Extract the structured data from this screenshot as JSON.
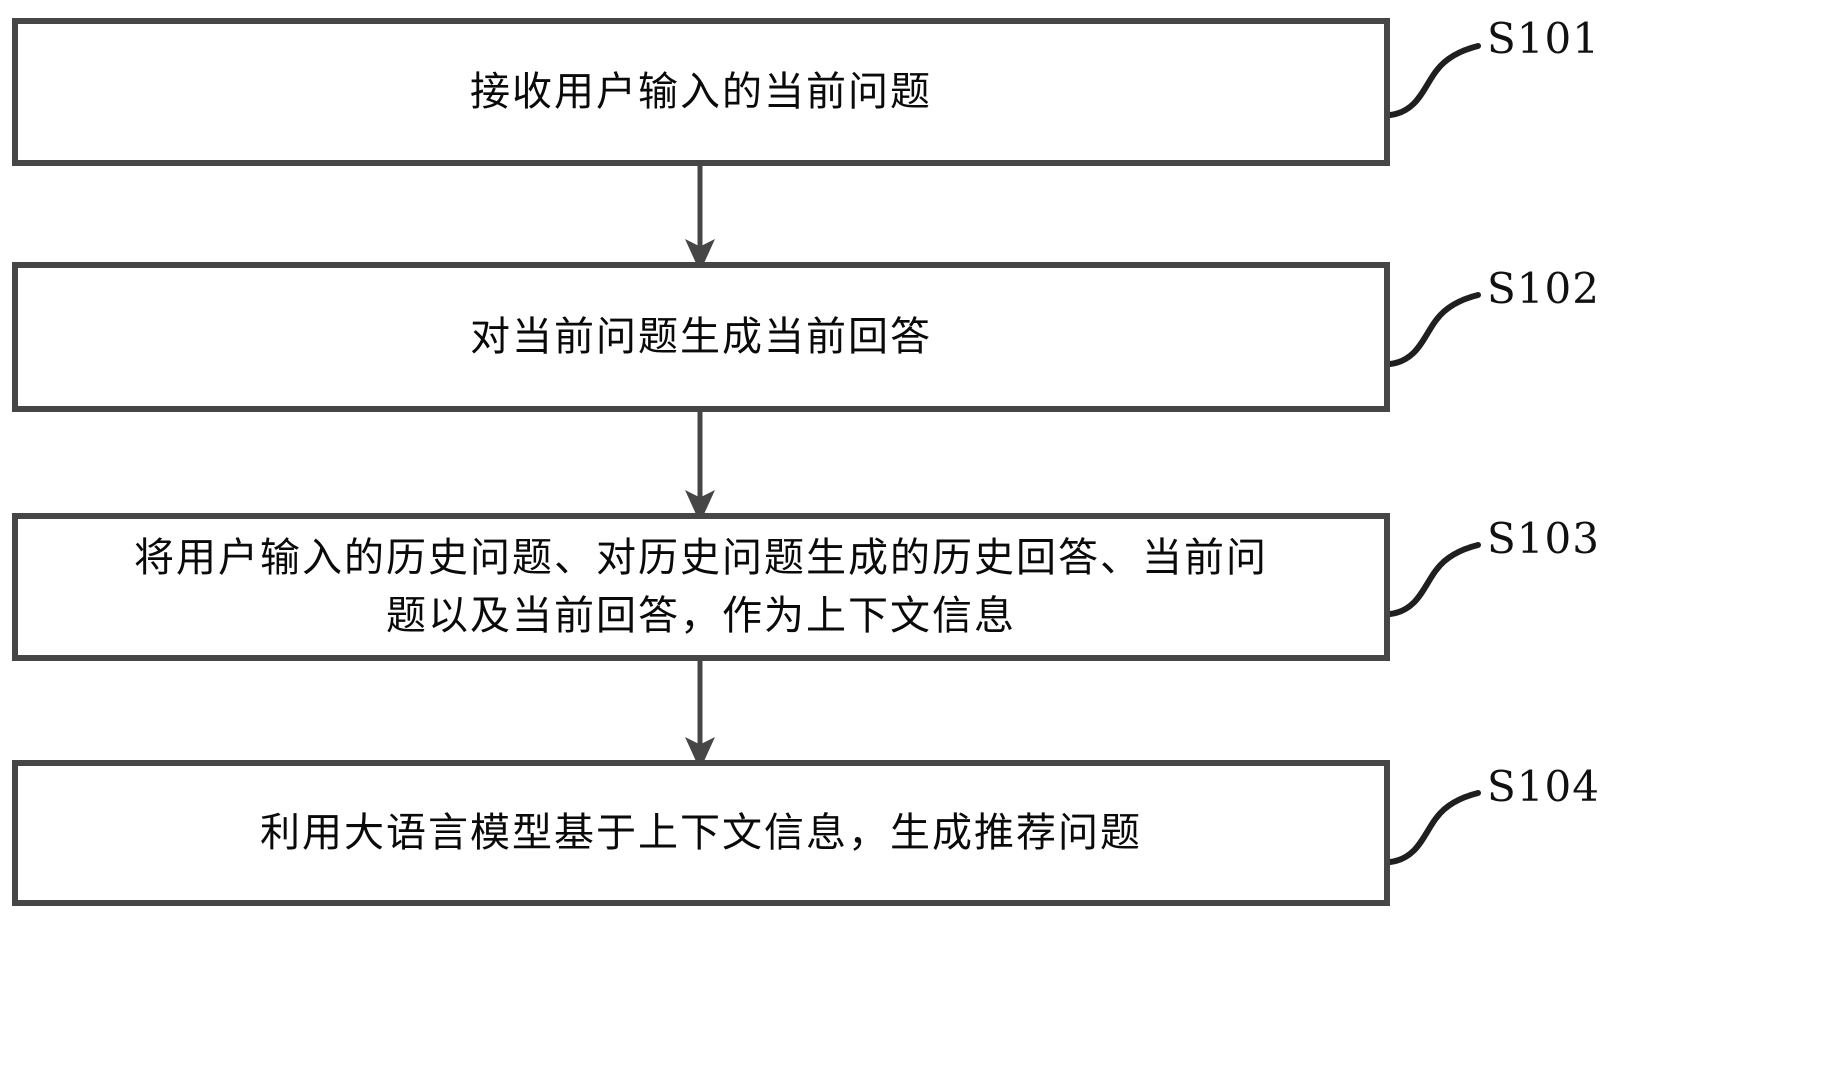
{
  "diagram": {
    "type": "flowchart",
    "orientation": "vertical",
    "language": "zh-CN",
    "colors": {
      "box_border": "#464646",
      "box_fill": "#ffffff",
      "connector": "#464646",
      "text": "#0a0a0a",
      "background": "#ffffff"
    },
    "steps": [
      {
        "id": "S101",
        "label": "S101",
        "text": "接收用户输入的当前问题",
        "lines": [
          "接收用户输入的当前问题"
        ]
      },
      {
        "id": "S102",
        "label": "S102",
        "text": "对当前问题生成当前回答",
        "lines": [
          "对当前问题生成当前回答"
        ]
      },
      {
        "id": "S103",
        "label": "S103",
        "text": "将用户输入的历史问题、对历史问题生成的历史回答、当前问\n题以及当前回答，作为上下文信息",
        "lines": [
          "将用户输入的历史问题、对历史问题生成的历史回答、当前问",
          "题以及当前回答，作为上下文信息"
        ]
      },
      {
        "id": "S104",
        "label": "S104",
        "text": "利用大语言模型基于上下文信息，生成推荐问题",
        "lines": [
          "利用大语言模型基于上下文信息，生成推荐问题"
        ]
      }
    ],
    "connectors": [
      {
        "from": "S101",
        "to": "S102",
        "style": "arrow-down"
      },
      {
        "from": "S102",
        "to": "S103",
        "style": "arrow-down"
      },
      {
        "from": "S103",
        "to": "S104",
        "style": "arrow-down"
      }
    ],
    "leader_lines": [
      {
        "step": "S101",
        "style": "curved"
      },
      {
        "step": "S102",
        "style": "curved"
      },
      {
        "step": "S103",
        "style": "curved"
      },
      {
        "step": "S104",
        "style": "curved"
      }
    ]
  }
}
